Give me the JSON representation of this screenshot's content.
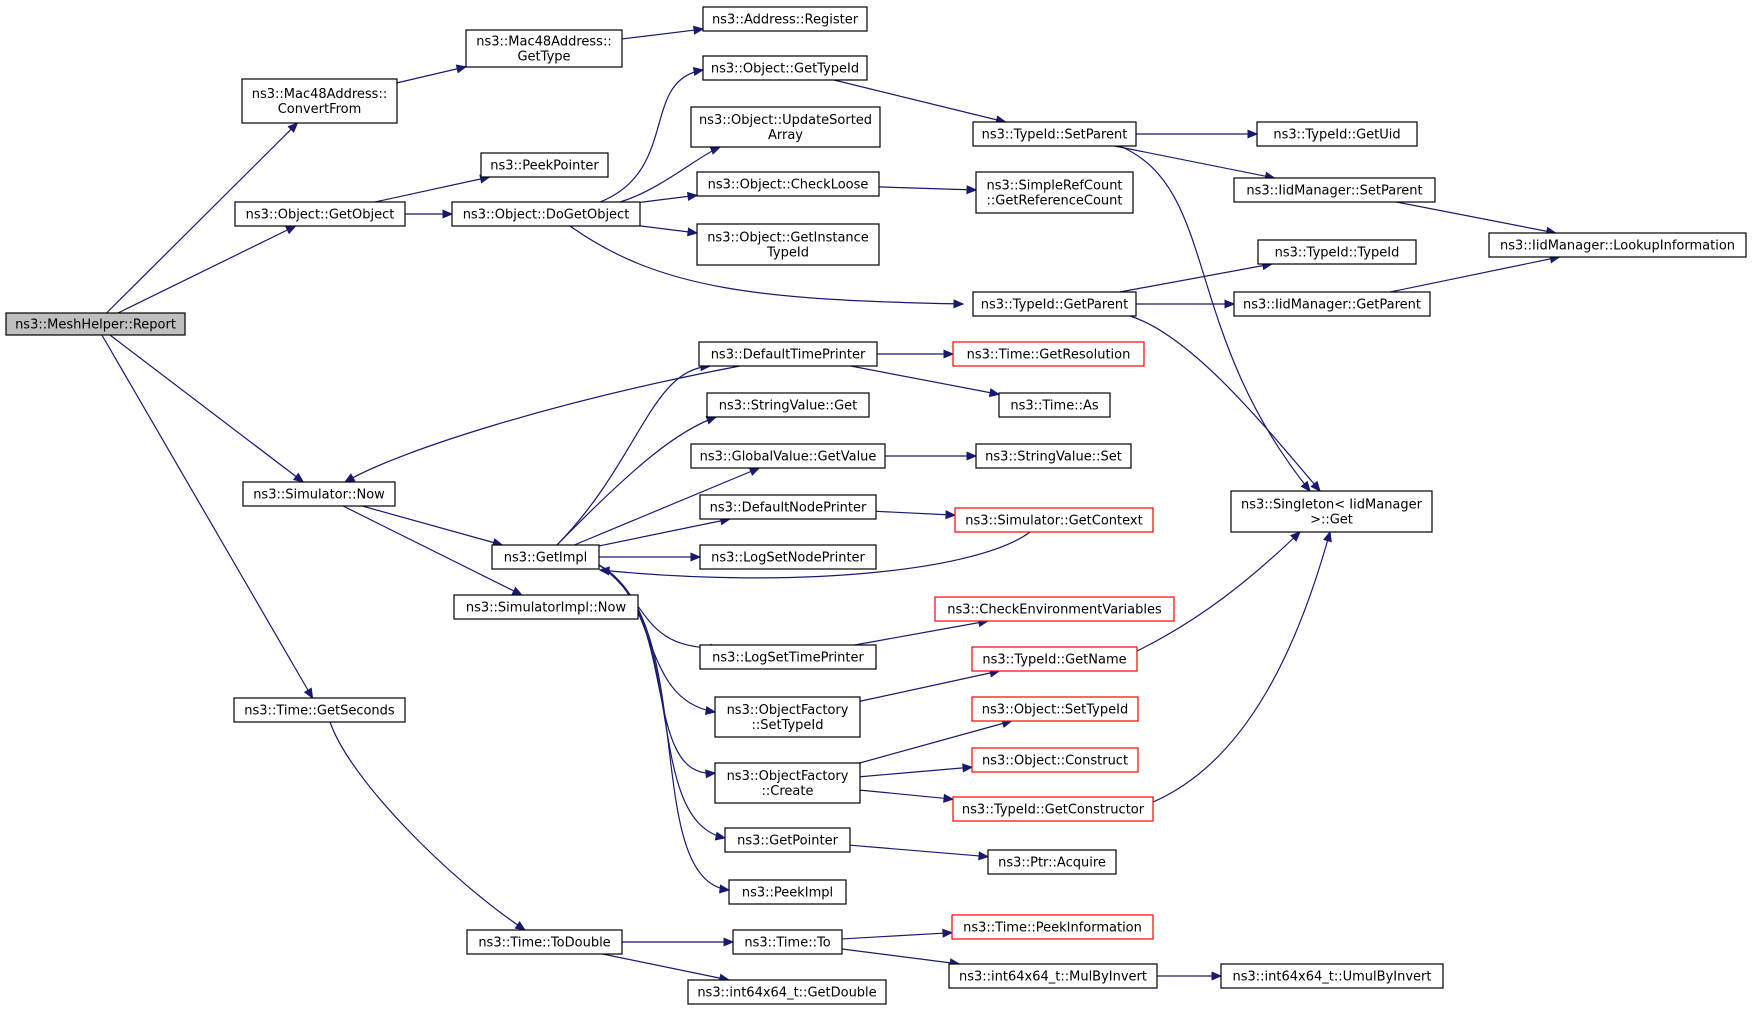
{
  "colors": {
    "edge": "#191970",
    "node_border": "#000000",
    "node_border_truncated": "#ff0000",
    "root_fill": "#bfbfbf",
    "node_fill": "#ffffff"
  },
  "nodes": [
    {
      "id": "root",
      "lines": [
        "ns3::MeshHelper::Report"
      ],
      "root": true
    },
    {
      "id": "mac_convert",
      "lines": [
        "ns3::Mac48Address::",
        "ConvertFrom"
      ]
    },
    {
      "id": "mac_gettype",
      "lines": [
        "ns3::Mac48Address::",
        "GetType"
      ]
    },
    {
      "id": "addr_register",
      "lines": [
        "ns3::Address::Register"
      ]
    },
    {
      "id": "obj_gettypeid",
      "lines": [
        "ns3::Object::GetTypeId"
      ]
    },
    {
      "id": "obj_updatesorted",
      "lines": [
        "ns3::Object::UpdateSorted",
        "Array"
      ]
    },
    {
      "id": "peekpointer",
      "lines": [
        "ns3::PeekPointer"
      ]
    },
    {
      "id": "obj_getobject",
      "lines": [
        "ns3::Object::GetObject"
      ]
    },
    {
      "id": "obj_dogetobject",
      "lines": [
        "ns3::Object::DoGetObject"
      ]
    },
    {
      "id": "obj_checkloose",
      "lines": [
        "ns3::Object::CheckLoose"
      ]
    },
    {
      "id": "obj_getinstance",
      "lines": [
        "ns3::Object::GetInstance",
        "TypeId"
      ]
    },
    {
      "id": "srefcount",
      "lines": [
        "ns3::SimpleRefCount",
        "::GetReferenceCount"
      ]
    },
    {
      "id": "typeid_setparent",
      "lines": [
        "ns3::TypeId::SetParent"
      ]
    },
    {
      "id": "typeid_getuid",
      "lines": [
        "ns3::TypeId::GetUid"
      ]
    },
    {
      "id": "iid_setparent",
      "lines": [
        "ns3::IidManager::SetParent"
      ]
    },
    {
      "id": "iid_lookup",
      "lines": [
        "ns3::IidManager::LookupInformation"
      ]
    },
    {
      "id": "typeid_typeid",
      "lines": [
        "ns3::TypeId::TypeId"
      ]
    },
    {
      "id": "typeid_getparent",
      "lines": [
        "ns3::TypeId::GetParent"
      ]
    },
    {
      "id": "iid_getparent",
      "lines": [
        "ns3::IidManager::GetParent"
      ]
    },
    {
      "id": "singleton_get",
      "lines": [
        "ns3::Singleton< IidManager",
        ">::Get"
      ]
    },
    {
      "id": "sim_now",
      "lines": [
        "ns3::Simulator::Now"
      ]
    },
    {
      "id": "defaulttimeprinter",
      "lines": [
        "ns3::DefaultTimePrinter"
      ]
    },
    {
      "id": "time_getres",
      "lines": [
        "ns3::Time::GetResolution"
      ],
      "truncated": true
    },
    {
      "id": "time_as",
      "lines": [
        "ns3::Time::As"
      ]
    },
    {
      "id": "stringvalue_get",
      "lines": [
        "ns3::StringValue::Get"
      ]
    },
    {
      "id": "globalvalue_get",
      "lines": [
        "ns3::GlobalValue::GetValue"
      ]
    },
    {
      "id": "stringvalue_set",
      "lines": [
        "ns3::StringValue::Set"
      ]
    },
    {
      "id": "defaultnodeprinter",
      "lines": [
        "ns3::DefaultNodePrinter"
      ]
    },
    {
      "id": "sim_getcontext",
      "lines": [
        "ns3::Simulator::GetContext"
      ],
      "truncated": true
    },
    {
      "id": "getimpl",
      "lines": [
        "ns3::GetImpl"
      ]
    },
    {
      "id": "logsetnodeprinter",
      "lines": [
        "ns3::LogSetNodePrinter"
      ]
    },
    {
      "id": "simimpl_now",
      "lines": [
        "ns3::SimulatorImpl::Now"
      ]
    },
    {
      "id": "checkenv",
      "lines": [
        "ns3::CheckEnvironmentVariables"
      ],
      "truncated": true
    },
    {
      "id": "logsettimeprinter",
      "lines": [
        "ns3::LogSetTimePrinter"
      ]
    },
    {
      "id": "typeid_getname",
      "lines": [
        "ns3::TypeId::GetName"
      ],
      "truncated": true
    },
    {
      "id": "objfactory_settypeid",
      "lines": [
        "ns3::ObjectFactory",
        "::SetTypeId"
      ]
    },
    {
      "id": "obj_settypeid",
      "lines": [
        "ns3::Object::SetTypeId"
      ],
      "truncated": true
    },
    {
      "id": "objfactory_create",
      "lines": [
        "ns3::ObjectFactory",
        "::Create"
      ]
    },
    {
      "id": "obj_construct",
      "lines": [
        "ns3::Object::Construct"
      ],
      "truncated": true
    },
    {
      "id": "typeid_getctor",
      "lines": [
        "ns3::TypeId::GetConstructor"
      ],
      "truncated": true
    },
    {
      "id": "time_getseconds",
      "lines": [
        "ns3::Time::GetSeconds"
      ]
    },
    {
      "id": "getpointer",
      "lines": [
        "ns3::GetPointer"
      ]
    },
    {
      "id": "ptr_acquire",
      "lines": [
        "ns3::Ptr::Acquire"
      ]
    },
    {
      "id": "peekimpl",
      "lines": [
        "ns3::PeekImpl"
      ]
    },
    {
      "id": "time_todouble",
      "lines": [
        "ns3::Time::ToDouble"
      ]
    },
    {
      "id": "time_to",
      "lines": [
        "ns3::Time::To"
      ]
    },
    {
      "id": "time_peekinfo",
      "lines": [
        "ns3::Time::PeekInformation"
      ],
      "truncated": true
    },
    {
      "id": "int64_getdouble",
      "lines": [
        "ns3::int64x64_t::GetDouble"
      ]
    },
    {
      "id": "int64_mulbyinvert",
      "lines": [
        "ns3::int64x64_t::MulByInvert"
      ]
    },
    {
      "id": "int64_umulbyinvert",
      "lines": [
        "ns3::int64x64_t::UmulByInvert"
      ]
    }
  ],
  "edges": [
    [
      "root",
      "mac_convert"
    ],
    [
      "root",
      "obj_getobject"
    ],
    [
      "root",
      "sim_now"
    ],
    [
      "root",
      "time_getseconds"
    ],
    [
      "mac_convert",
      "mac_gettype"
    ],
    [
      "mac_gettype",
      "addr_register"
    ],
    [
      "obj_getobject",
      "peekpointer"
    ],
    [
      "obj_getobject",
      "obj_dogetobject"
    ],
    [
      "obj_dogetobject",
      "obj_gettypeid"
    ],
    [
      "obj_dogetobject",
      "obj_updatesorted"
    ],
    [
      "obj_dogetobject",
      "obj_checkloose"
    ],
    [
      "obj_dogetobject",
      "obj_getinstance"
    ],
    [
      "obj_dogetobject",
      "typeid_getparent"
    ],
    [
      "obj_gettypeid",
      "typeid_setparent"
    ],
    [
      "obj_checkloose",
      "srefcount"
    ],
    [
      "typeid_setparent",
      "typeid_getuid"
    ],
    [
      "typeid_setparent",
      "iid_setparent"
    ],
    [
      "typeid_setparent",
      "singleton_get"
    ],
    [
      "iid_setparent",
      "iid_lookup"
    ],
    [
      "iid_getparent",
      "iid_lookup"
    ],
    [
      "typeid_getparent",
      "typeid_typeid"
    ],
    [
      "typeid_getparent",
      "iid_getparent"
    ],
    [
      "typeid_getparent",
      "singleton_get"
    ],
    [
      "sim_now",
      "getimpl"
    ],
    [
      "sim_now",
      "simimpl_now"
    ],
    [
      "defaulttimeprinter",
      "sim_now"
    ],
    [
      "defaulttimeprinter",
      "time_getres"
    ],
    [
      "defaulttimeprinter",
      "time_as"
    ],
    [
      "getimpl",
      "defaulttimeprinter"
    ],
    [
      "getimpl",
      "stringvalue_get"
    ],
    [
      "getimpl",
      "globalvalue_get"
    ],
    [
      "getimpl",
      "defaultnodeprinter"
    ],
    [
      "getimpl",
      "logsetnodeprinter"
    ],
    [
      "getimpl",
      "logsettimeprinter"
    ],
    [
      "getimpl",
      "objfactory_settypeid"
    ],
    [
      "getimpl",
      "objfactory_create"
    ],
    [
      "getimpl",
      "getpointer"
    ],
    [
      "getimpl",
      "peekimpl"
    ],
    [
      "globalvalue_get",
      "stringvalue_set"
    ],
    [
      "defaultnodeprinter",
      "sim_getcontext"
    ],
    [
      "sim_getcontext",
      "getimpl"
    ],
    [
      "logsettimeprinter",
      "checkenv"
    ],
    [
      "objfactory_settypeid",
      "typeid_getname"
    ],
    [
      "typeid_getname",
      "singleton_get"
    ],
    [
      "objfactory_create",
      "obj_settypeid"
    ],
    [
      "objfactory_create",
      "obj_construct"
    ],
    [
      "objfactory_create",
      "typeid_getctor"
    ],
    [
      "typeid_getctor",
      "singleton_get"
    ],
    [
      "getpointer",
      "ptr_acquire"
    ],
    [
      "time_getseconds",
      "time_todouble"
    ],
    [
      "time_todouble",
      "time_to"
    ],
    [
      "time_todouble",
      "int64_getdouble"
    ],
    [
      "time_to",
      "time_peekinfo"
    ],
    [
      "time_to",
      "int64_mulbyinvert"
    ],
    [
      "int64_mulbyinvert",
      "int64_umulbyinvert"
    ]
  ]
}
